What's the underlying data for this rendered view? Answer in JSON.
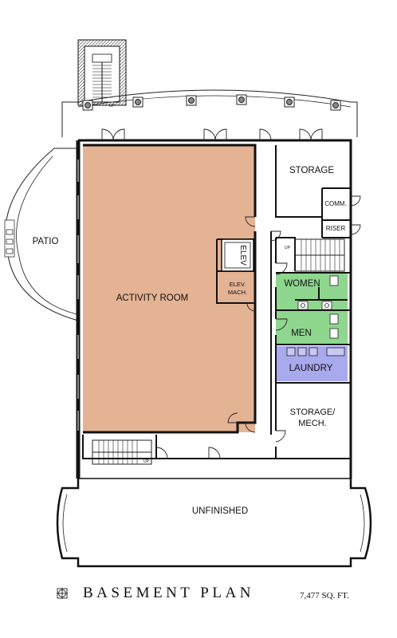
{
  "rooms": {
    "activity": "ACTIVITY ROOM",
    "storage": "STORAGE",
    "comm": "COMM.",
    "riser": "RISER",
    "women": "WOMEN",
    "men": "MEN",
    "laundry": "LAUNDRY",
    "storage_mech_1": "STORAGE/",
    "storage_mech_2": "MECH.",
    "elev": "ELEV",
    "elev_mach_1": "ELEV.",
    "elev_mach_2": "MACH.",
    "patio": "PATIO",
    "unfinished": "UNFINISHED"
  },
  "stair_up": "UP",
  "title": "BASEMENT PLAN",
  "area": "7,477 SQ. FT.",
  "colors": {
    "activity": "#e4b393",
    "restroom": "#8fd68f",
    "laundry": "#a9a9ee",
    "elev_mach": "#e4b393"
  }
}
